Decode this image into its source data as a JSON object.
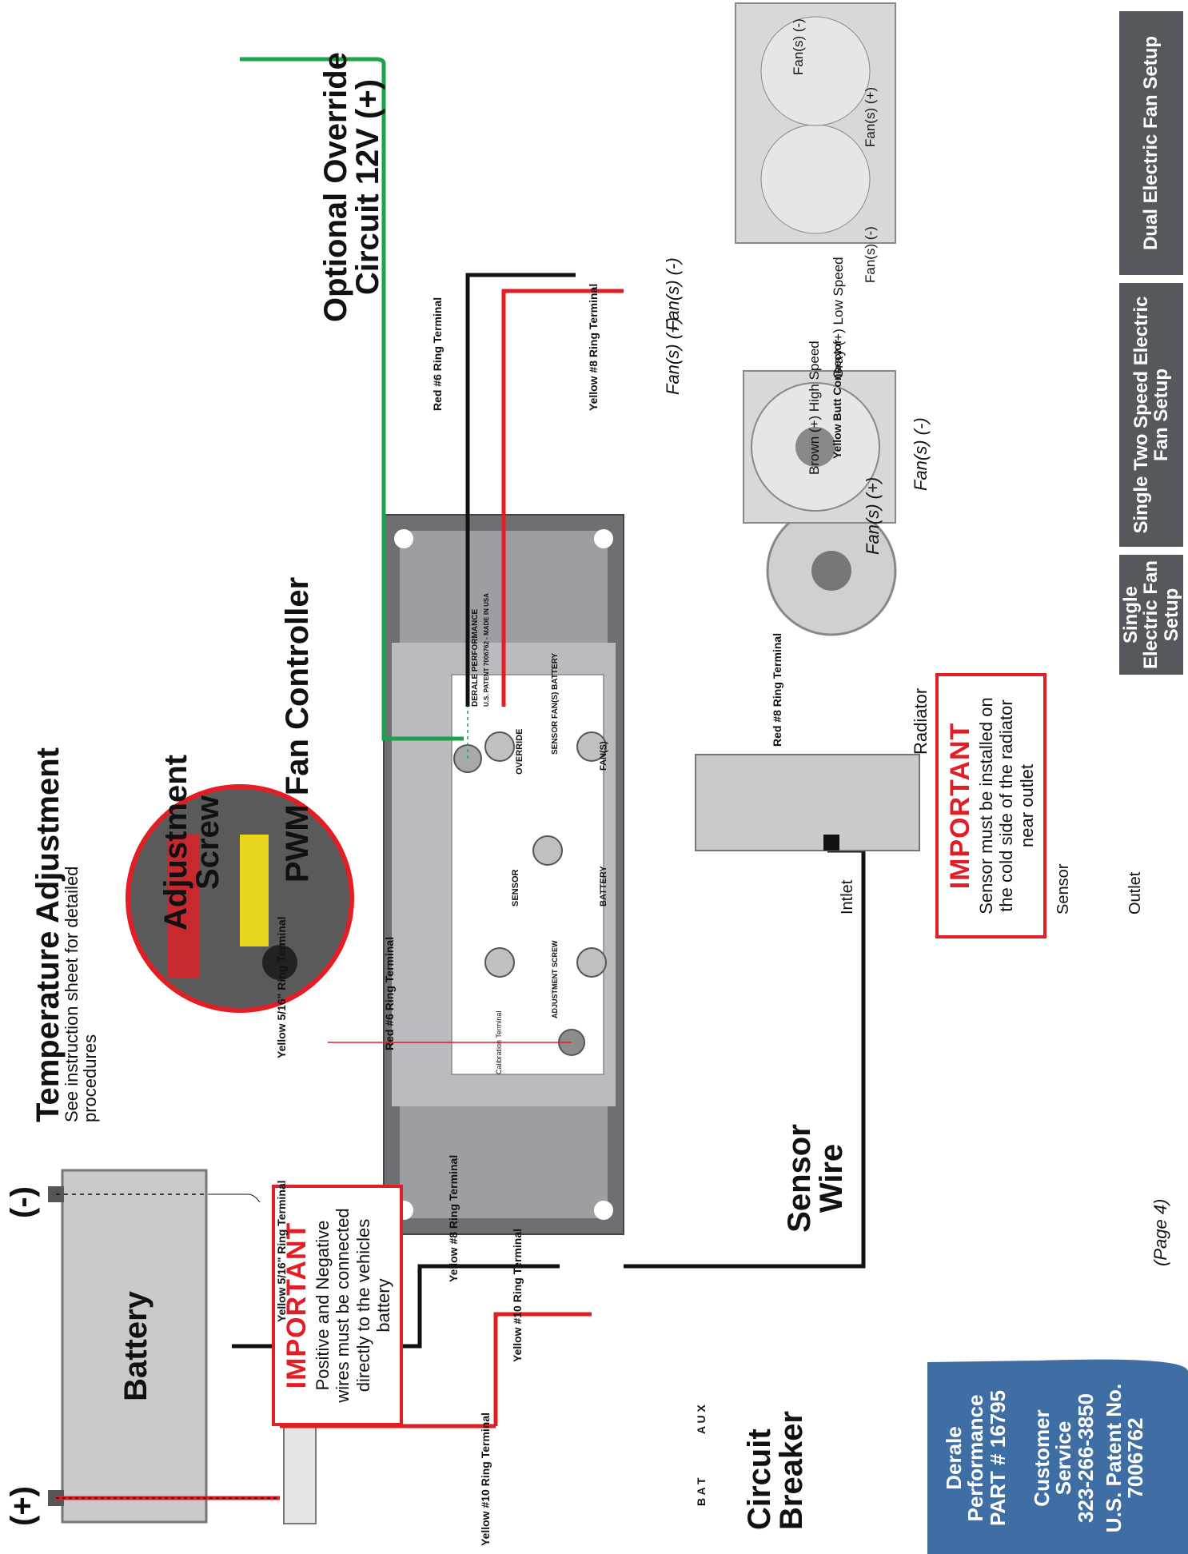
{
  "battery": {
    "label": "Battery",
    "pos_symbol": "(+)",
    "neg_symbol": "(-)"
  },
  "temperature": {
    "title": "Temperature Adjustment",
    "note": "See instruction sheet for detailed procedures"
  },
  "adjustment_screw": {
    "label": "Adjustment Screw"
  },
  "controller": {
    "title": "PWM Fan Controller",
    "brand": "DERALE PERFORMANCE",
    "patent_line": "U.S. PATENT 7006762 - MADE IN USA",
    "override": "OVERRIDE",
    "sensor": "SENSOR",
    "battery": "BATTERY",
    "fans": "FAN(S)",
    "neg_group": "SENSOR FAN(S) BATTERY",
    "adjustment": "ADJUSTMENT SCREW",
    "calibration": "Calibration Terminal"
  },
  "override": {
    "title": "Optional Override Circuit 12V (+)"
  },
  "terminals": {
    "red6": "Red #6 Ring Terminal",
    "yellow8": "Yellow #8 Ring Terminal",
    "red8": "Red #8 Ring Terminal",
    "yellow516": "Yellow 5/16\" Ring Terminal",
    "yellow10": "Yellow #10 Ring Terminal"
  },
  "fan_labels": {
    "neg": "Fan(s) (-)",
    "pos": "Fan(s) (+)"
  },
  "two_speed": {
    "gray": "Gray (+) Low Speed",
    "brown": "Brown (+) High Speed"
  },
  "butt_connector": "Yellow Butt Connector",
  "setups": {
    "dual": "Dual Electric Fan Setup",
    "two_speed": "Single Two Speed Electric Fan Setup",
    "single": "Single Electric Fan Setup"
  },
  "radiator": {
    "label": "Radiator",
    "inlet": "Intlet",
    "sensor": "Sensor",
    "outlet": "Outlet"
  },
  "important_battery": {
    "head": "IMPORTANT",
    "text": "Positive and Negative wires must be connected directly to the vehicles battery"
  },
  "important_sensor": {
    "head": "IMPORTANT",
    "text": "Sensor must be installed on the cold side of the radiator near outlet"
  },
  "sensor_wire": "Sensor Wire",
  "circuit_breaker": {
    "label": "Circuit Breaker",
    "bat": "B A T",
    "aux": "A U X"
  },
  "page_number": "(Page 4)",
  "footer": {
    "company": "Derale Performance",
    "part": "PART # 16795",
    "service": "Customer Service",
    "phone": "323-266-3850",
    "patent": "U.S. Patent No.",
    "patent_no": "7006762"
  },
  "colors": {
    "red_wire": "#e31d24",
    "black_wire": "#1a1a1a",
    "green_wire": "#1aa44a",
    "yellow_terminal": "#f2e600",
    "tag_bg": "#55585c",
    "footer_bg": "#3f6ea5"
  }
}
